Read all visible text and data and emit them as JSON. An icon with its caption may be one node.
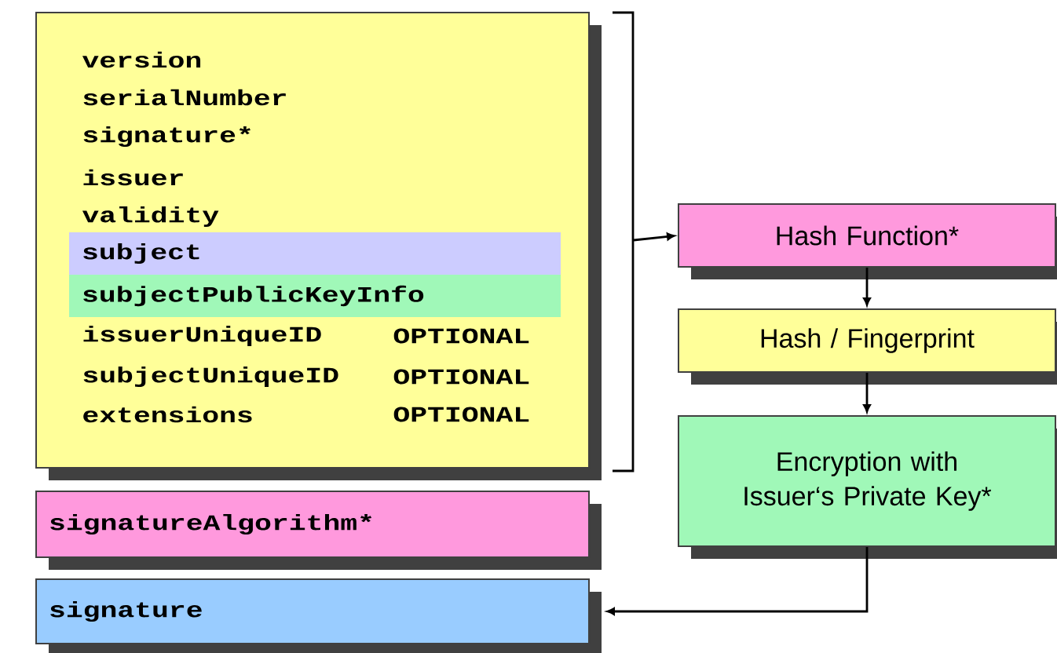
{
  "diagram": {
    "nodes": [
      {
        "text": [
          "version",
          "serialNumber",
          "signature*",
          "issuer",
          "validity",
          "issuerUniqueID",
          "OPTIONAL",
          "subjectUniqueID",
          "OPTIONAL",
          "extensions",
          "OPTIONAL"
        ]
      },
      {
        "text": [
          "subject"
        ],
        "in": 0
      },
      {
        "text": [
          "subjectPublicKeyInfo"
        ],
        "in": 0
      },
      {
        "text": [
          "signatureAlgorithm*"
        ]
      },
      {
        "text": [
          "signature"
        ]
      },
      {
        "text": [
          "Hash Function*"
        ]
      },
      {
        "text": [
          "Hash / Fingerprint"
        ]
      },
      {
        "text": [
          "Encryption with Issuer‘s Private Key*"
        ]
      }
    ],
    "edges": [
      {
        "from": 0,
        "to": 5,
        "arrow": "to"
      },
      {
        "from": 5,
        "to": 6,
        "arrow": "to"
      },
      {
        "from": 6,
        "to": 7,
        "arrow": "to"
      },
      {
        "from": 7,
        "to": 4,
        "arrow": "to"
      }
    ]
  }
}
